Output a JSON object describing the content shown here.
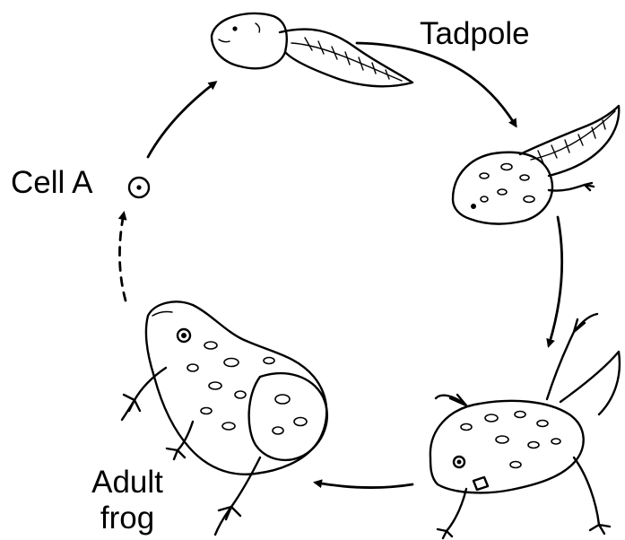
{
  "labels": {
    "tadpole": "Tadpole",
    "cell": "Cell A",
    "adult_line1": "Adult",
    "adult_line2": "frog"
  },
  "stages": [
    {
      "icon": "tadpole-icon"
    },
    {
      "icon": "tadpole-with-hind-legs-icon"
    },
    {
      "icon": "froglet-with-tail-icon"
    },
    {
      "icon": "adult-frog-icon"
    },
    {
      "icon": "cell-icon"
    }
  ],
  "arrows": {
    "solid_count": 4,
    "dashed_count": 1
  },
  "colors": {
    "ink": "#000000",
    "background": "#ffffff"
  }
}
